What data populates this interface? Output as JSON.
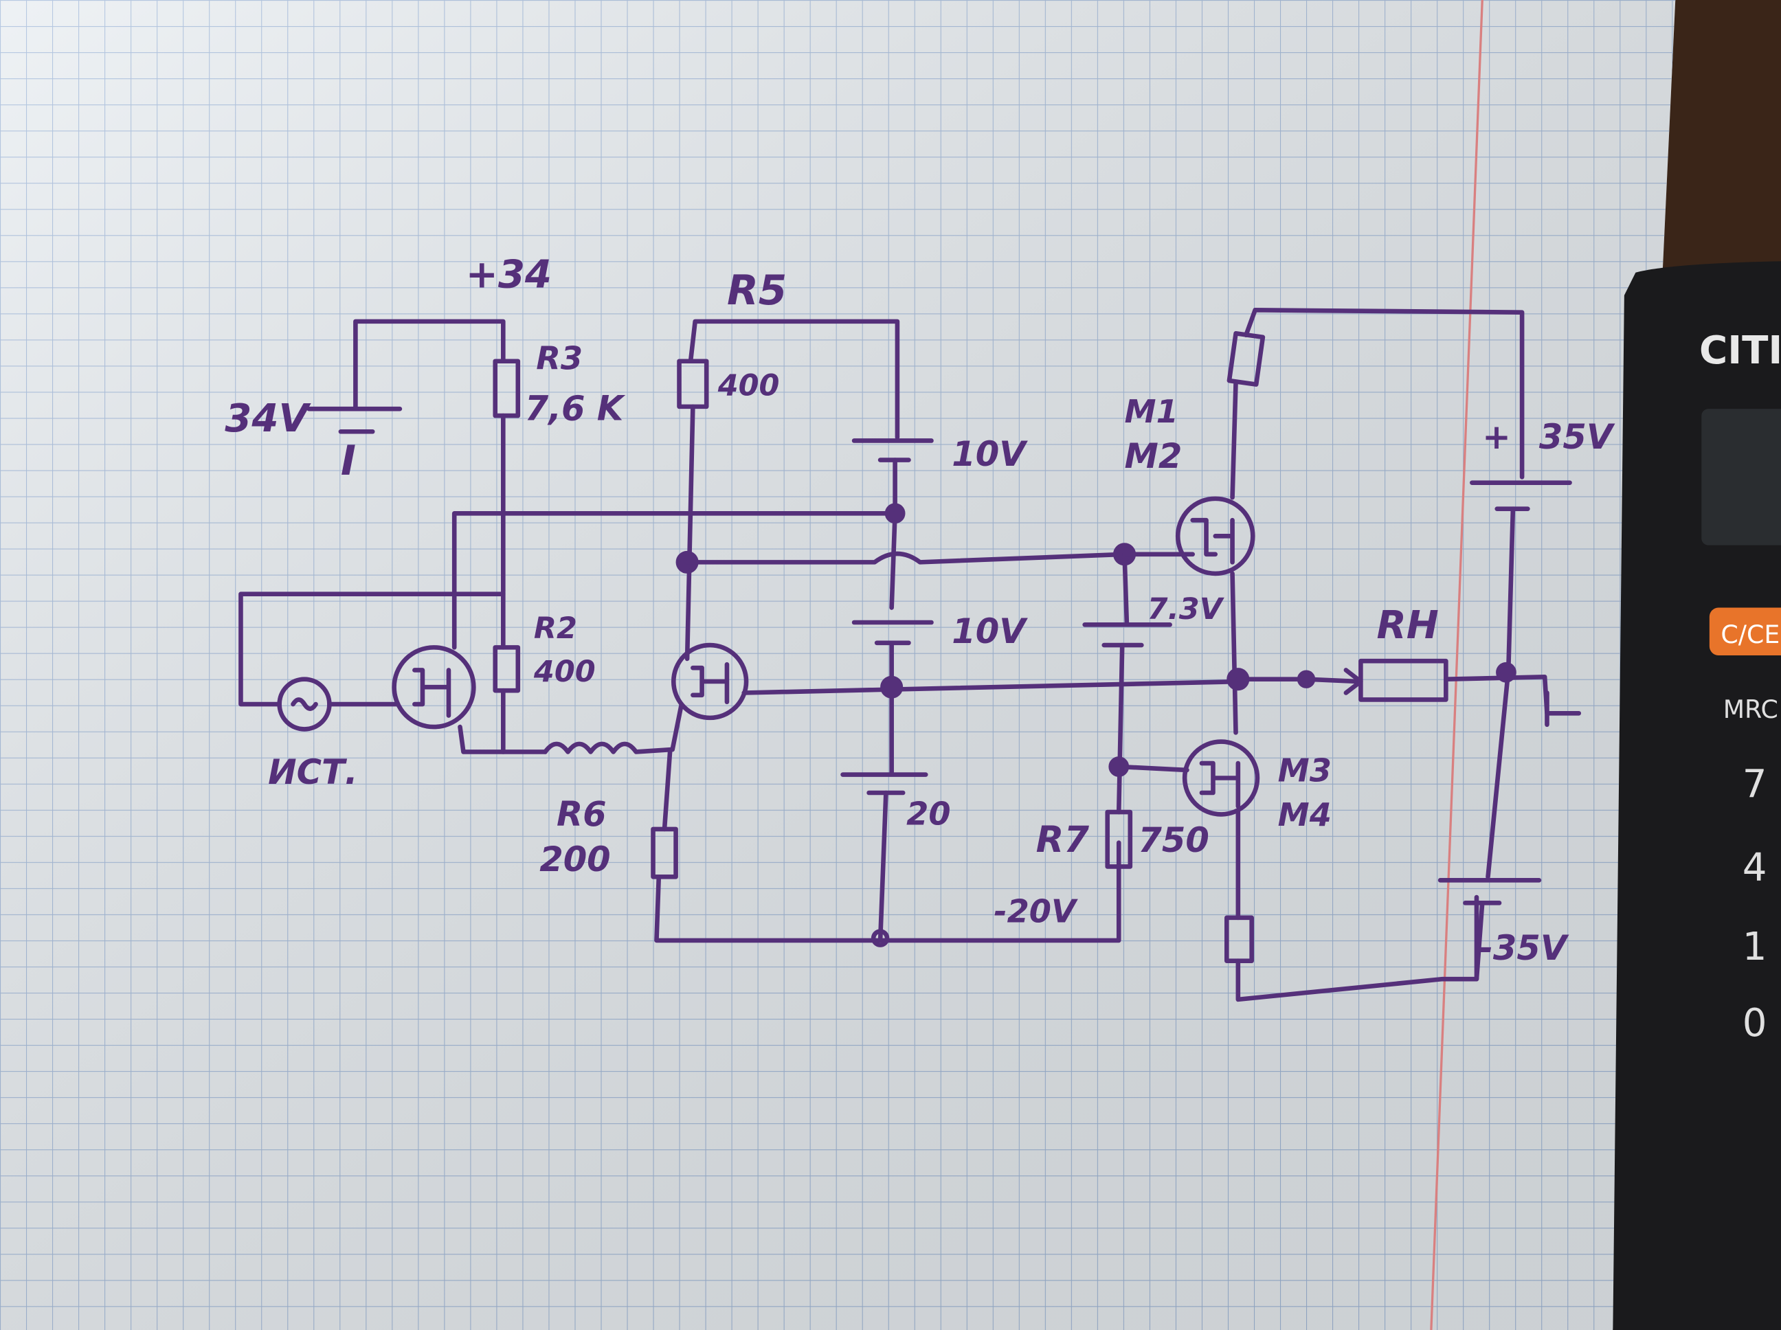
{
  "colors": {
    "ink": "#55307a",
    "grid": "#9fb7d9",
    "margin_line": "#d98080",
    "paper": "#e8edf1",
    "desk": "#3a2518",
    "calculator": "#1a1a1c",
    "calc_orange": "#e8742a"
  },
  "labels": {
    "supply_plus": "+34",
    "battery_34": "34V",
    "battery_34_i": "I",
    "r3_name": "R3",
    "r3_value": "7,6 K",
    "r2_name": "R2",
    "r2_value": "400",
    "ist": "ИСТ.",
    "r5_name": "R5",
    "r5_value": "400",
    "v10_top": "10V",
    "v10_mid": "10V",
    "v20": "20",
    "r6_name": "R6",
    "r6_value": "200",
    "r7_name": "R7",
    "r7_value": "750",
    "minus20": "-20V",
    "v7_3": "7.3V",
    "m1": "M1",
    "m2": "M2",
    "m3": "M3",
    "m4": "M4",
    "rh": "RH",
    "plus_sign": "+",
    "v35_plus": "35V",
    "v35_minus": "-35V"
  },
  "calculator": {
    "brand": "CITI",
    "key_cce": "C/CE",
    "key_mrc": "MRC",
    "key_7": "7",
    "key_4": "4",
    "key_1": "1",
    "key_0": "0"
  }
}
